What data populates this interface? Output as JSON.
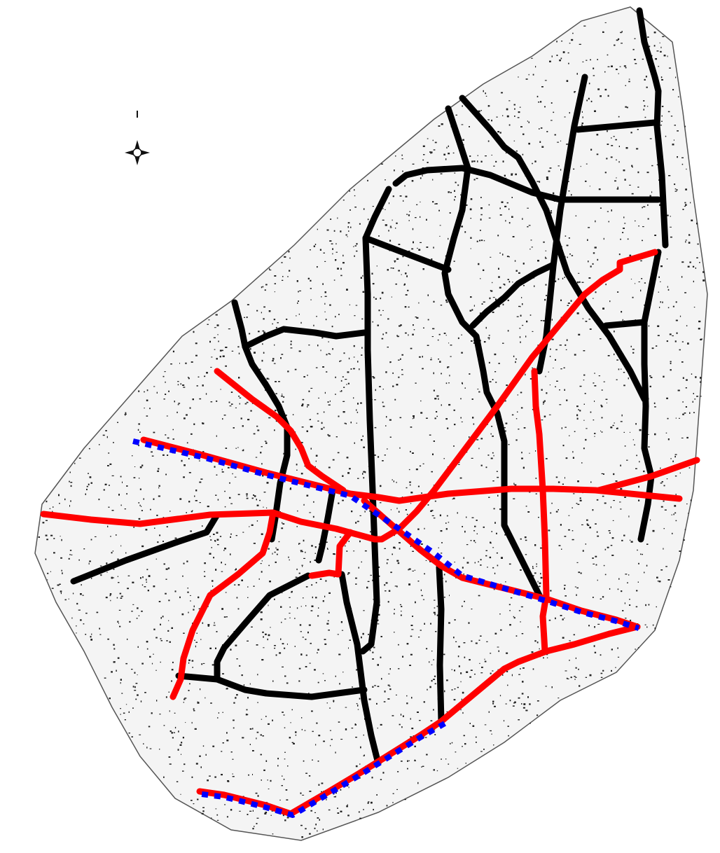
{
  "map": {
    "colors": {
      "background": "#ffffff",
      "base_map_ink": "#222222",
      "existing_roads": "#000000",
      "planned_roads": "#ff0000",
      "rail_line": "#0000ff"
    },
    "icons": [
      "north-arrow-icon",
      "compass-star-icon"
    ],
    "road_classes": [
      {
        "key": "black",
        "color": "#000000",
        "style": "solid"
      },
      {
        "key": "red",
        "color": "#ff0000",
        "style": "solid"
      },
      {
        "key": "rail",
        "color": "#0000ff",
        "style": "dotted"
      }
    ]
  }
}
